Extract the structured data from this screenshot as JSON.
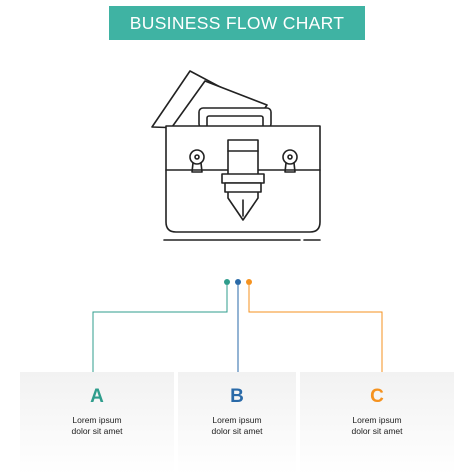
{
  "title": "BUSINESS FLOW CHART",
  "icon": "briefcase-icon",
  "colors": {
    "banner": "#3fb3a3",
    "a": "#2f9d8c",
    "b": "#2a6aa8",
    "c": "#f5921f",
    "line": "#222222"
  },
  "steps": [
    {
      "letter": "A",
      "text_line1": "Lorem ipsum",
      "text_line2": "dolor sit amet"
    },
    {
      "letter": "B",
      "text_line1": "Lorem ipsum",
      "text_line2": "dolor sit amet"
    },
    {
      "letter": "C",
      "text_line1": "Lorem ipsum",
      "text_line2": "dolor sit amet"
    }
  ]
}
